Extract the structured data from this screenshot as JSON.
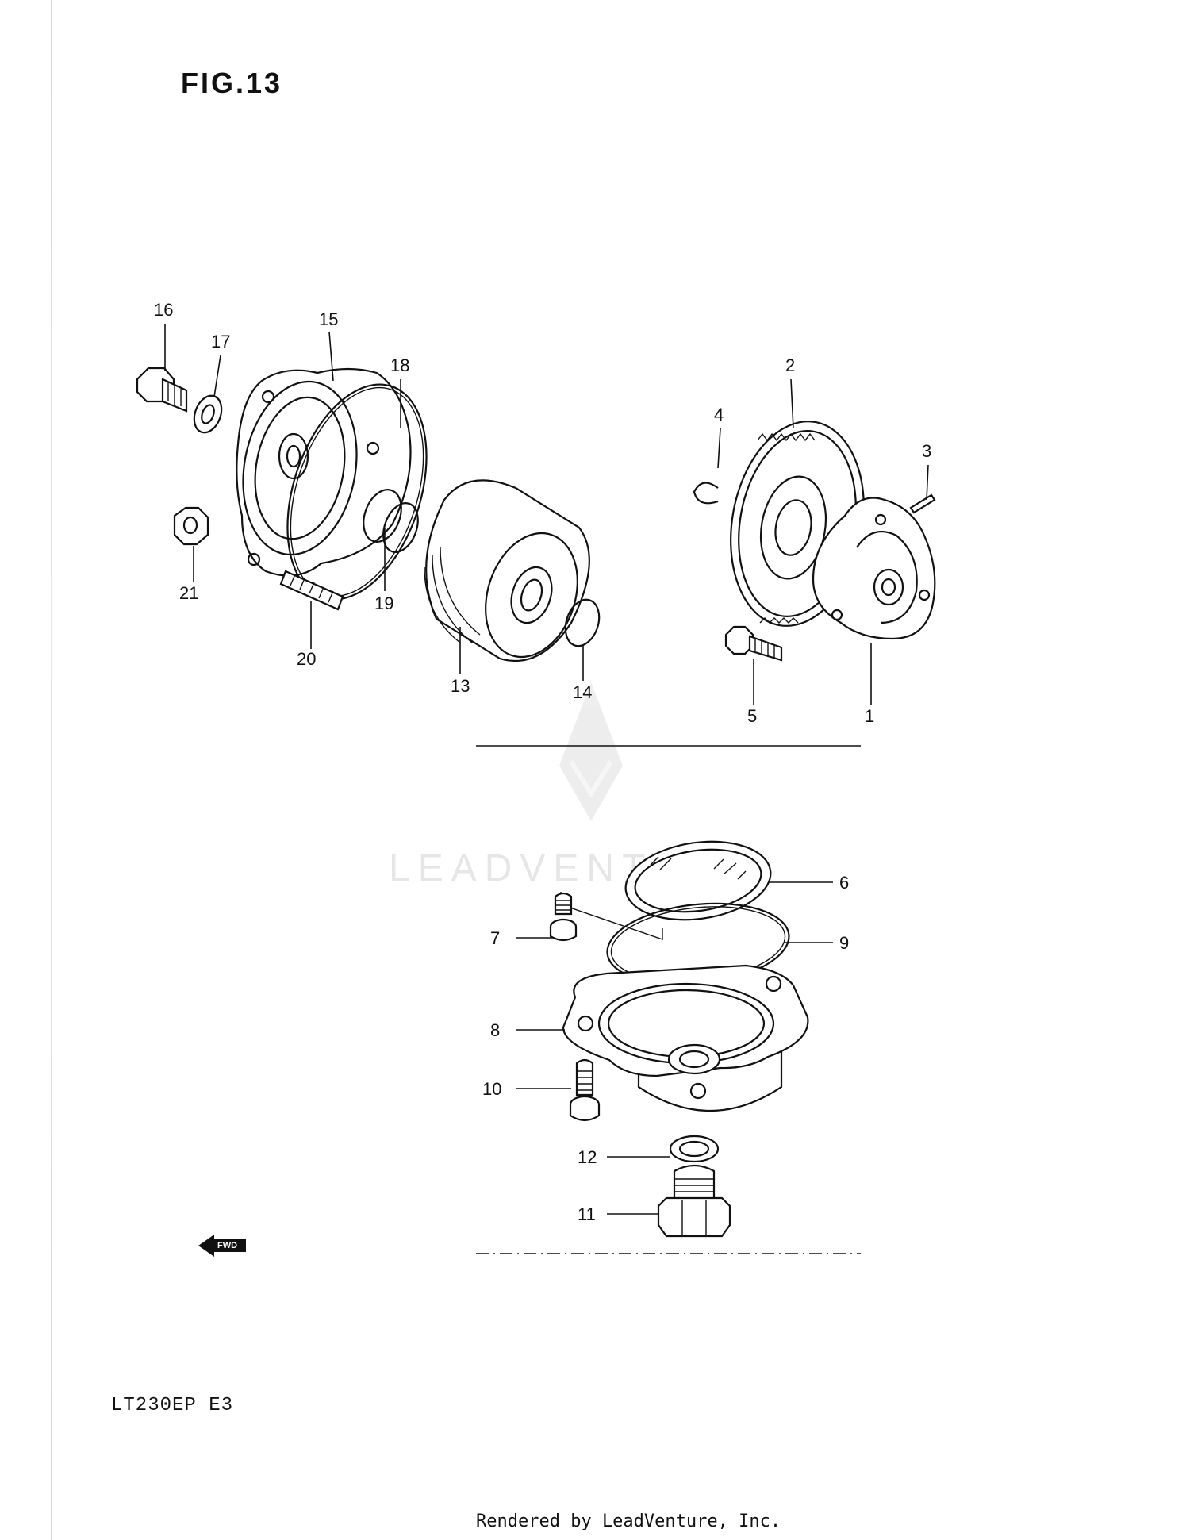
{
  "figure_title": "FIG.13",
  "model_code": "LT230EP  E3",
  "footer_text": "Rendered by LeadVenture, Inc.",
  "watermark_text": "LEADVENTURE",
  "fwd_label": "FWD",
  "callouts": [
    "1",
    "2",
    "3",
    "4",
    "5",
    "6",
    "7",
    "8",
    "9",
    "10",
    "11",
    "12",
    "13",
    "14",
    "15",
    "16",
    "17",
    "18",
    "19",
    "20",
    "21"
  ],
  "colors": {
    "ink": "#111111",
    "watermark": "#e4e4e4",
    "background": "#ffffff"
  }
}
